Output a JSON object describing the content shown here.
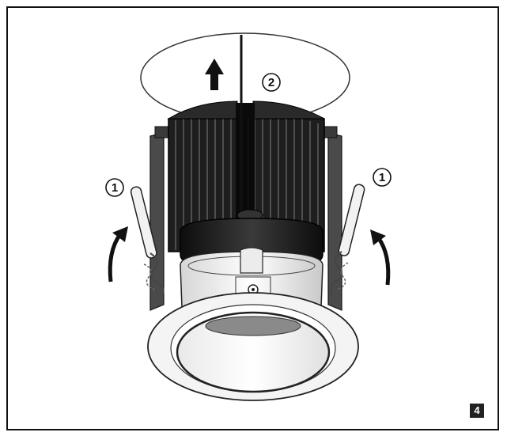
{
  "callouts": {
    "left_latch": "1",
    "right_latch": "1",
    "pull_up": "2"
  },
  "step_number": "4",
  "colors": {
    "heatsink": "#1e1e1e",
    "trim": "#f4f4f4",
    "outline": "#222222",
    "badge": "#222222"
  },
  "icons": [
    "up-arrow-icon",
    "curved-arrow-icon",
    "circled-number-icon"
  ]
}
